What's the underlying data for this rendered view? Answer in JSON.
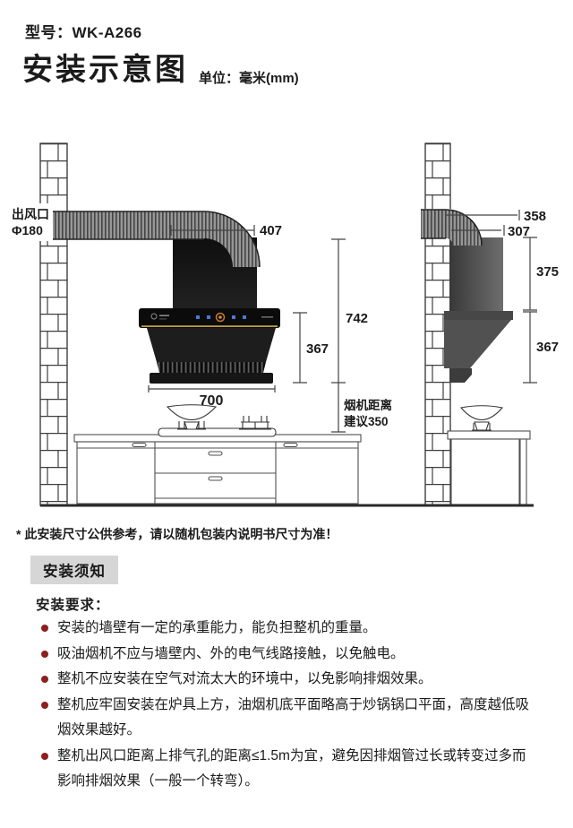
{
  "header": {
    "model_label": "型号：",
    "model_value": "WK-A266",
    "title": "安装示意图",
    "unit": "单位：毫米(mm)"
  },
  "diagram": {
    "front": {
      "outlet_line1": "出风口",
      "outlet_line2": "Φ180",
      "dim_top_width": "407",
      "dim_total_height": "742",
      "dim_body_height": "367",
      "dim_width": "700",
      "note_line1": "烟机距离",
      "note_line2": "建议350"
    },
    "side": {
      "dim_outlet_depth": "358",
      "dim_duct_depth": "307",
      "dim_upper_height": "375",
      "dim_lower_height": "367"
    }
  },
  "footnote": "* 此安装尺寸公供参考，请以随机包装内说明书尺寸为准！",
  "notice": {
    "title": "安装须知",
    "requirements_label": "安装要求：",
    "items": [
      "安装的墙壁有一定的承重能力，能负担整机的重量。",
      "吸油烟机不应与墙壁内、外的电气线路接触，以免触电。",
      "整机不应安装在空气对流太大的环境中，以免影响排烟效果。",
      "整机应牢固安装在炉具上方，油烟机底平面略高于炒锅锅口平面，高度越低吸烟效果越好。",
      "整机出风口距离上排气孔的距离≤1.5m为宜，避免因排烟管过长或转变过多而影响排烟效果（一般一个转弯）。"
    ]
  },
  "colors": {
    "bullet_dot": "#8e1f1f",
    "gold_trim": "#c09a43",
    "notice_bg": "#d6d6d6",
    "hood_black": "#141414"
  }
}
